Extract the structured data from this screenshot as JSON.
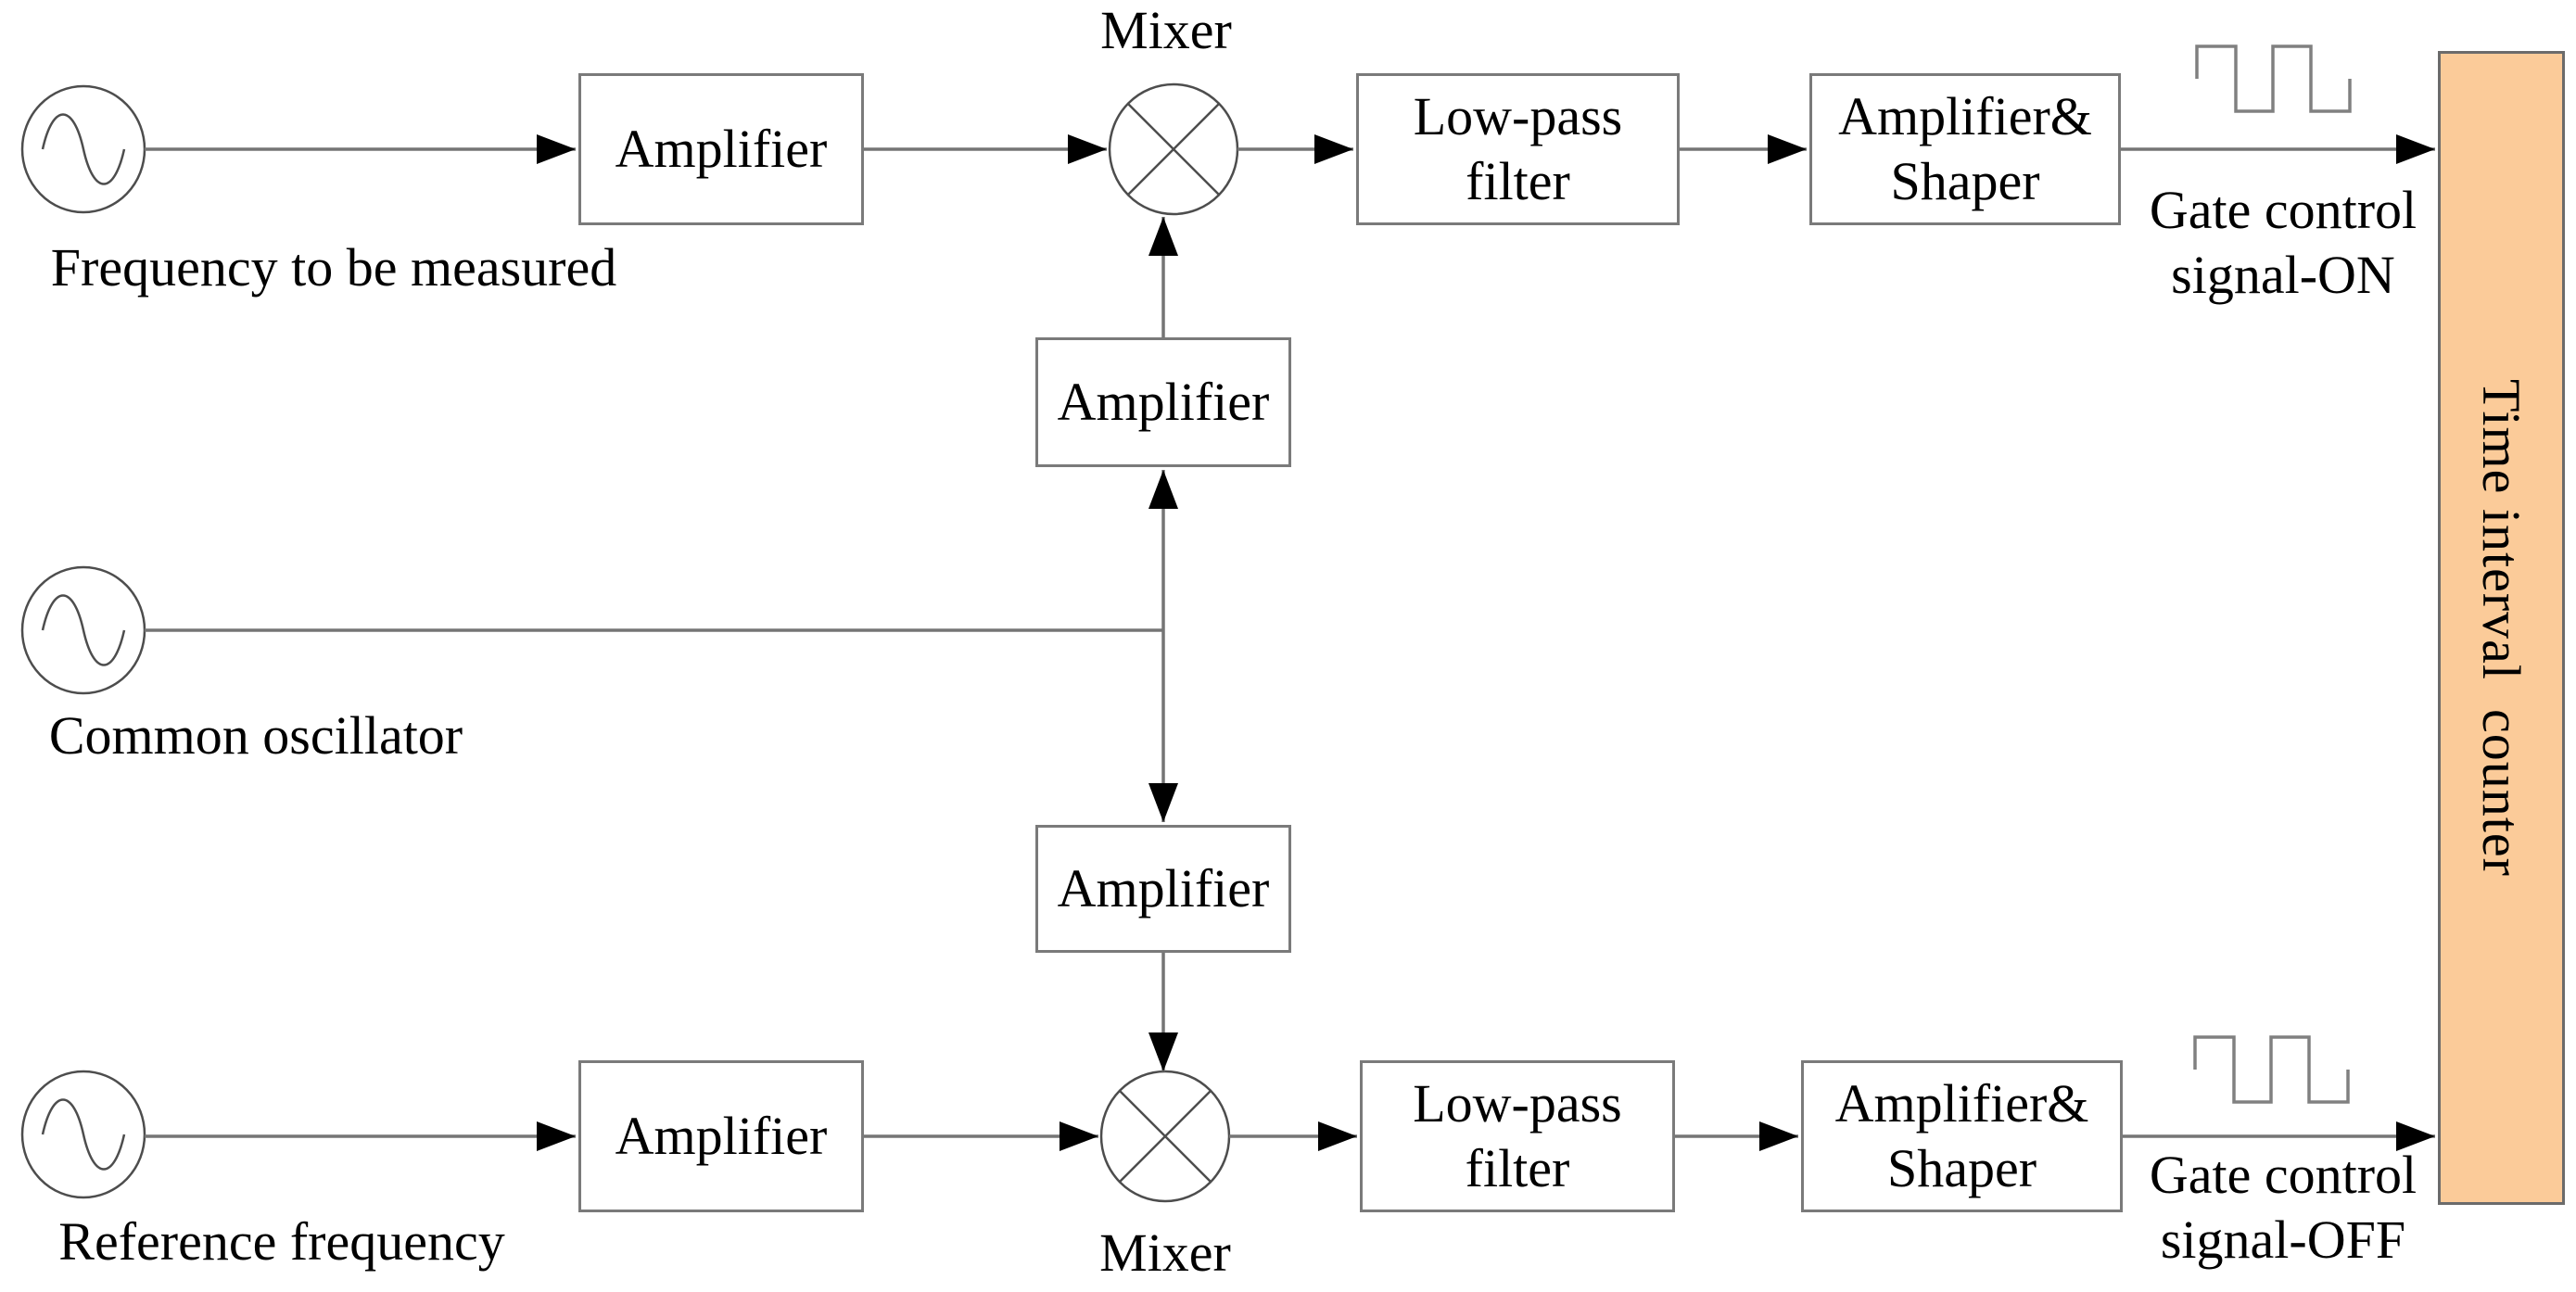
{
  "diagram": {
    "sources": {
      "measured": "Frequency to be measured",
      "common": "Common oscillator",
      "reference": "Reference frequency"
    },
    "blocks": {
      "amplifier": "Amplifier",
      "low_pass": [
        "Low-pass",
        "filter"
      ],
      "amp_shaper": [
        "Amplifier&",
        "Shaper"
      ],
      "mixer_top": "Mixer",
      "mixer_bottom": "Mixer",
      "counter": "Time interval  counter"
    },
    "annotations": {
      "gate_on": [
        "Gate control",
        "signal-ON"
      ],
      "gate_off": [
        "Gate control",
        "signal-OFF"
      ]
    },
    "icons": {
      "oscillator": "sine-source-icon",
      "mixer": "multiplier-cross-icon",
      "gate_signal": "square-wave-icon"
    },
    "colors": {
      "counter_fill": "#FBCB99",
      "counter_border": "#6B6B6B",
      "box_border": "#7A7A7A",
      "connector": "#757575",
      "symbol_stroke": "#4D4D4D",
      "square_wave": "#808080",
      "arrowhead": "#000000",
      "text": "#000000",
      "background": "#FFFFFF"
    }
  }
}
